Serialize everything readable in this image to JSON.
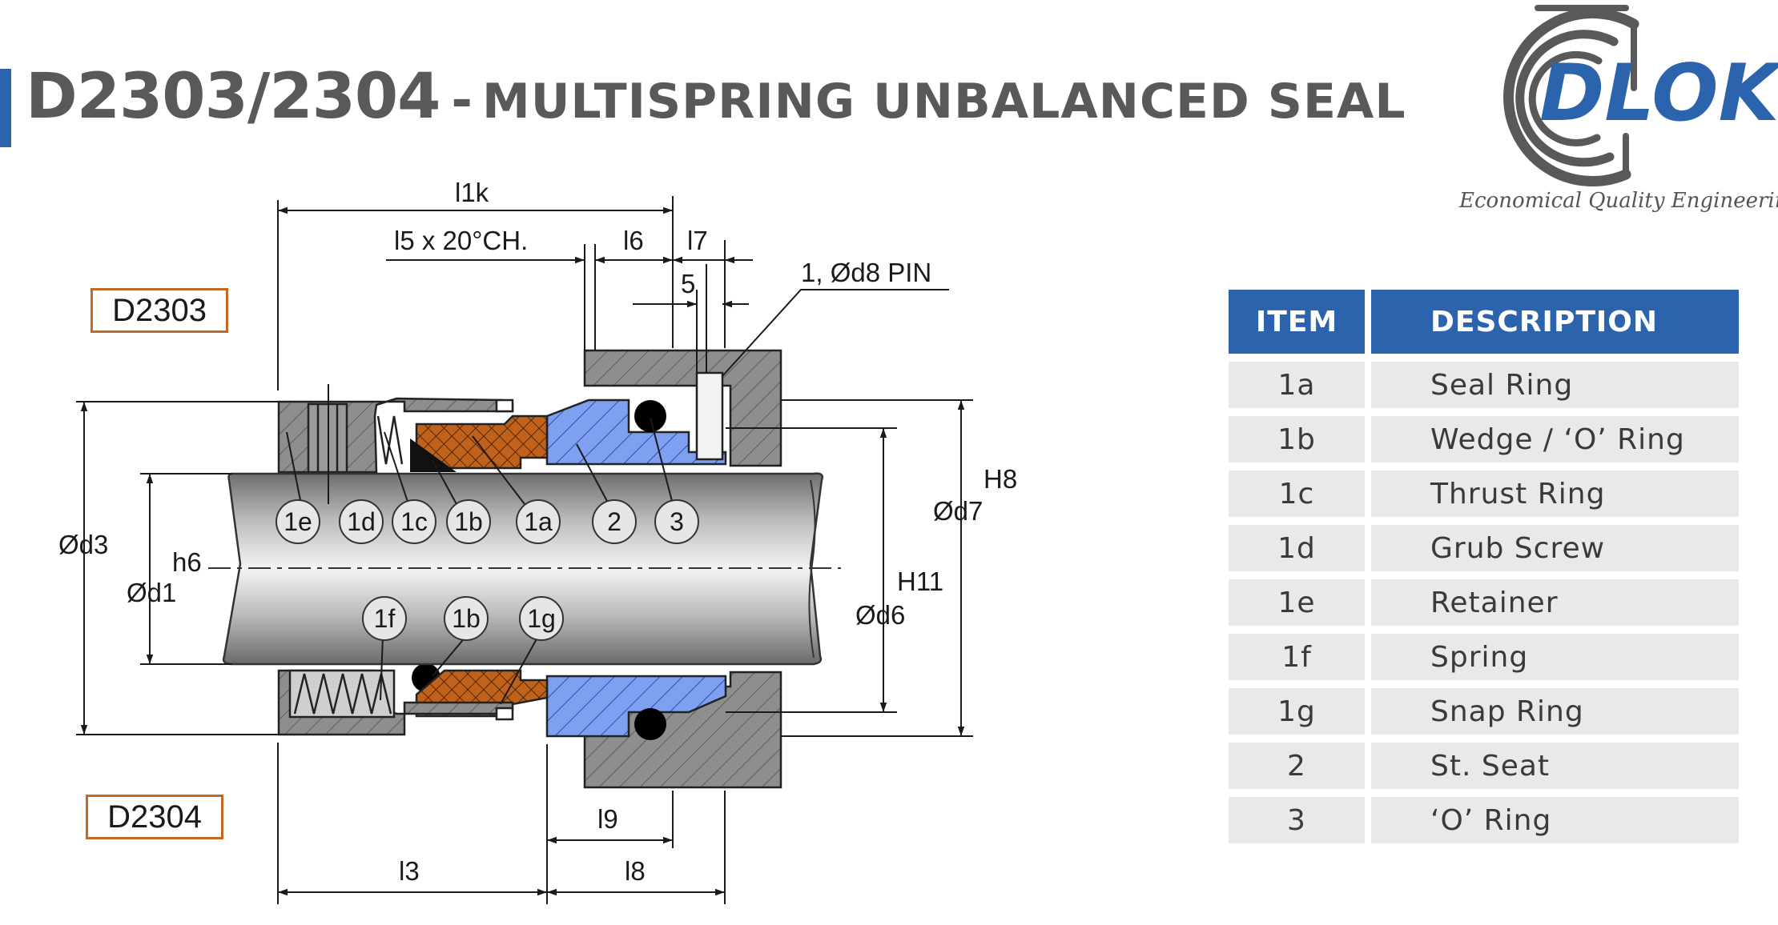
{
  "header": {
    "code": "D2303/2304",
    "separator": "-",
    "name": "MULTISPRING UNBALANCED SEAL"
  },
  "logo": {
    "brand": "DLOK",
    "tagline": "Economical Quality Engineering",
    "colors": {
      "ring": "#58595b",
      "text": "#2b63ad"
    }
  },
  "variants": {
    "top": "D2303",
    "bottom": "D2304"
  },
  "dimensions": {
    "l1k": "l1k",
    "l5": "l5 x 20°CH.",
    "l6": "l6",
    "l7": "l7",
    "five": "5",
    "pin": "1, Ød8 PIN",
    "d3": "Ød3",
    "h6": "h6",
    "d1": "Ød1",
    "h8": "H8",
    "d7": "Ød7",
    "h11": "H11",
    "d6": "Ød6",
    "l9": "l9",
    "l3": "l3",
    "l8": "l8"
  },
  "callouts": [
    "1e",
    "1d",
    "1c",
    "1b",
    "1a",
    "2",
    "3",
    "1f",
    "1b",
    "1g"
  ],
  "table": {
    "headers": {
      "item": "ITEM",
      "description": "DESCRIPTION"
    },
    "rows": [
      {
        "item": "1a",
        "description": "Seal Ring"
      },
      {
        "item": "1b",
        "description": "Wedge / ‘O’ Ring"
      },
      {
        "item": "1c",
        "description": "Thrust Ring"
      },
      {
        "item": "1d",
        "description": "Grub Screw"
      },
      {
        "item": "1e",
        "description": "Retainer"
      },
      {
        "item": "1f",
        "description": "Spring"
      },
      {
        "item": "1g",
        "description": "Snap Ring"
      },
      {
        "item": "2",
        "description": "St. Seat"
      },
      {
        "item": "3",
        "description": "‘O’ Ring"
      }
    ]
  },
  "colors": {
    "accent_blue": "#2b63ad",
    "variant_border": "#c26a25",
    "seat_blue": "#7f9ff0",
    "carbon_brown": "#c0621c",
    "metal_grey": "#8e8e8e",
    "table_row_bg": "#e9e9ea"
  }
}
